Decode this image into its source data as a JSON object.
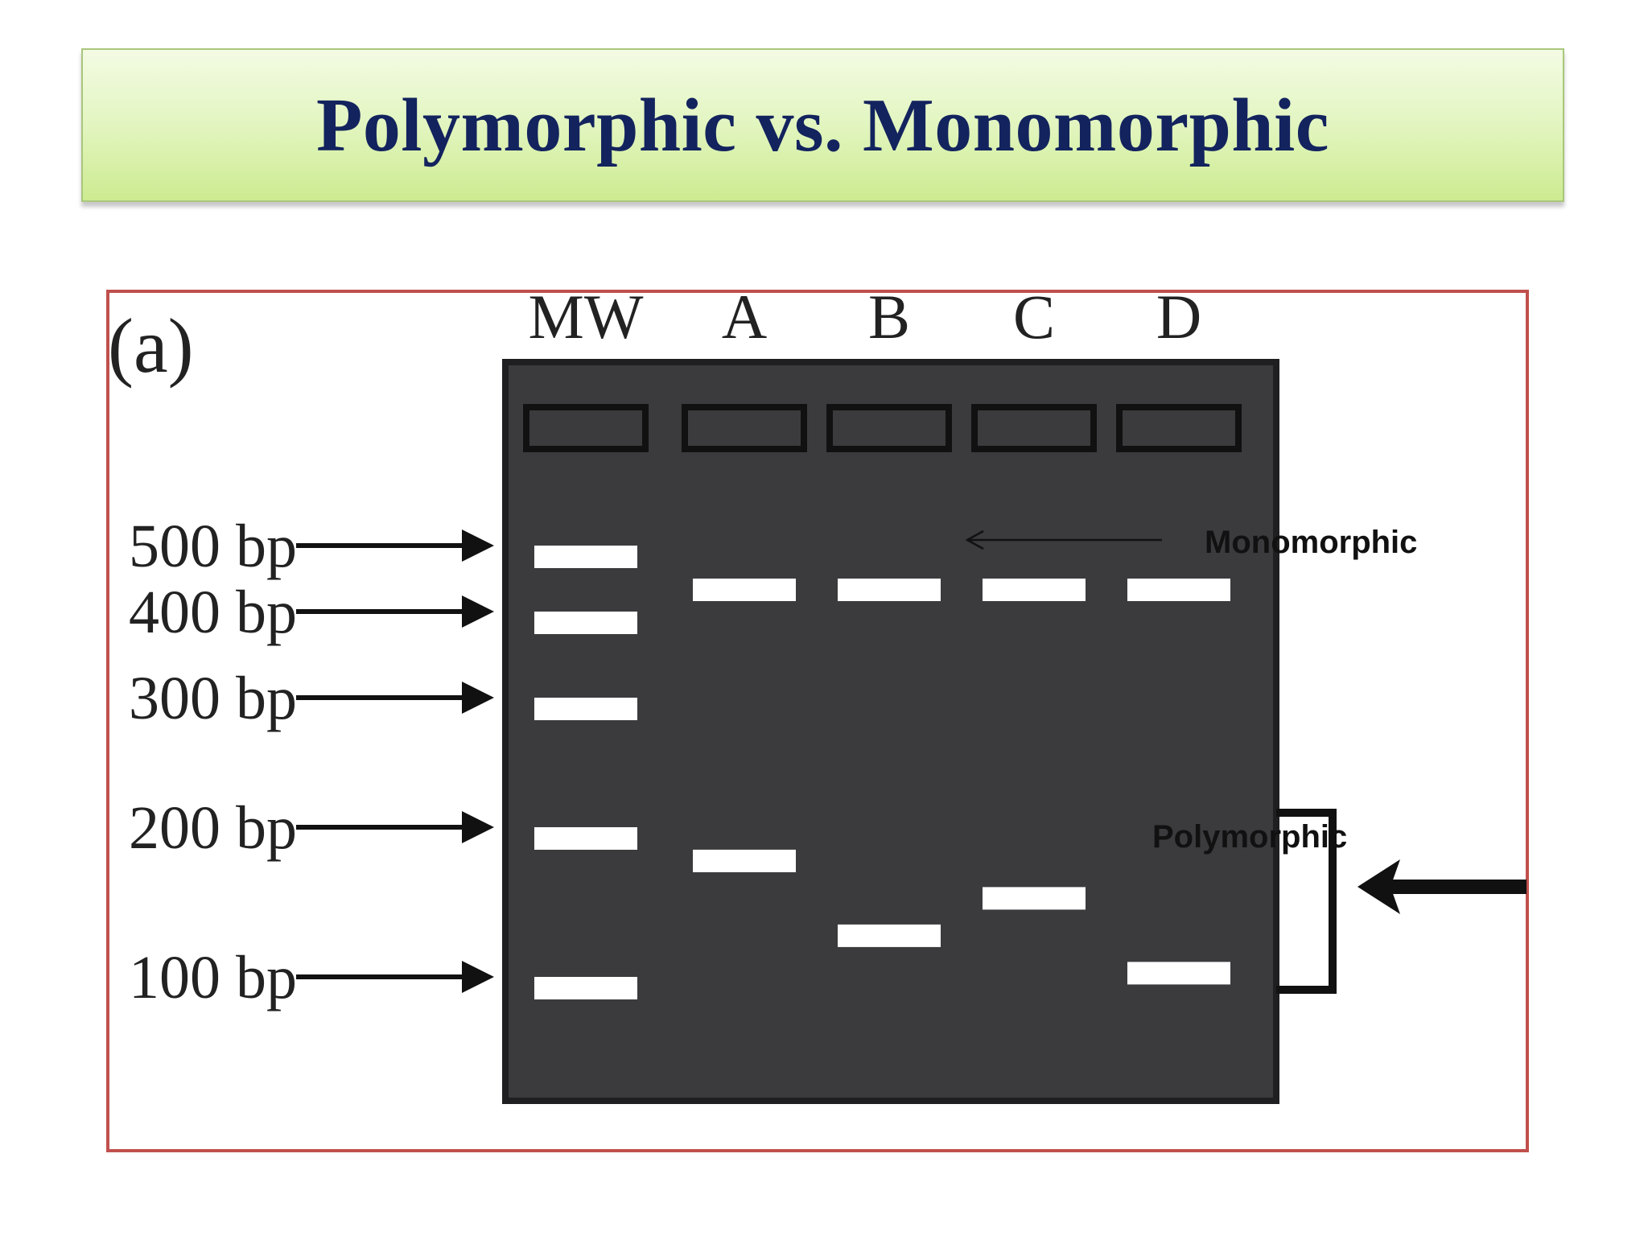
{
  "slide": {
    "title": "Polymorphic vs. Monomorphic"
  },
  "figure": {
    "panel_label": "(a)",
    "lanes": [
      "MW",
      "A",
      "B",
      "C",
      "D"
    ],
    "size_labels": [
      "500 bp",
      "400 bp",
      "300 bp",
      "200 bp",
      "100 bp"
    ],
    "ladder_bp": [
      500,
      400,
      300,
      200,
      100
    ],
    "samples": [
      {
        "lane": "A",
        "bands_bp": [
          450,
          185
        ]
      },
      {
        "lane": "B",
        "bands_bp": [
          450,
          135
        ]
      },
      {
        "lane": "C",
        "bands_bp": [
          450,
          160
        ]
      },
      {
        "lane": "D",
        "bands_bp": [
          450,
          110
        ]
      }
    ],
    "annotations": {
      "monomorphic": "Monomorphic",
      "polymorphic": "Polymorphic"
    },
    "colors": {
      "gel": "#3b3a3d",
      "band": "#ffffff",
      "frame": "#c0504d",
      "title_text": "#13235e"
    }
  }
}
